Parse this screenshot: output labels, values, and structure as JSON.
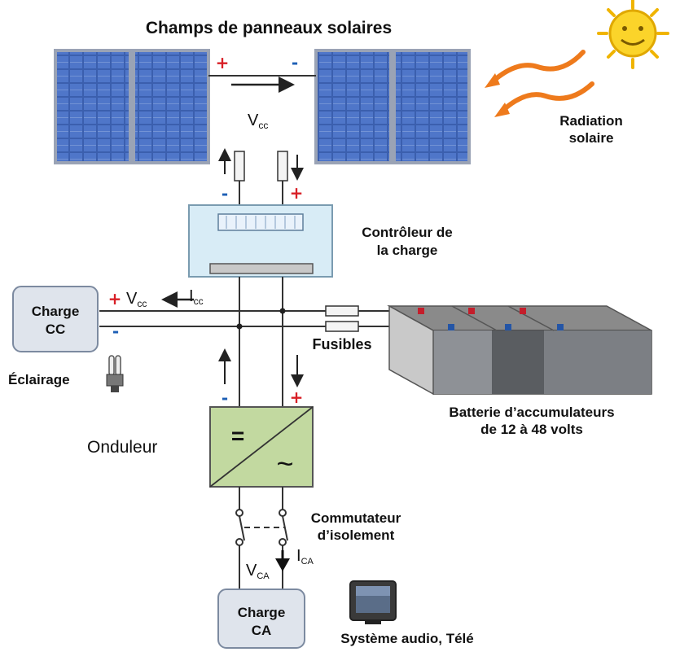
{
  "title": "Champs de panneaux solaires",
  "sun": {
    "label_line1": "Radiation",
    "label_line2": "solaire"
  },
  "panels": {
    "plus": "+",
    "minus": "-"
  },
  "dc_voltage": {
    "main": "V",
    "sub": "cc"
  },
  "controller": {
    "label_line1": "Contrôleur de",
    "label_line2": "la charge",
    "minus": "-",
    "plus": "+"
  },
  "dc_load": {
    "label_line1": "Charge",
    "label_line2": "CC",
    "plus": "+",
    "minus": "-",
    "v_main": "V",
    "v_sub": "cc",
    "i_main": "I",
    "i_sub": "cc"
  },
  "lighting": {
    "label": "Éclairage"
  },
  "fuses": {
    "label": "Fusibles"
  },
  "battery": {
    "label_line1": "Batterie d’accumulateurs",
    "label_line2": "de 12 à 48 volts"
  },
  "inverter": {
    "label": "Onduleur",
    "minus": "-",
    "plus": "+",
    "dc_symbol": "=",
    "ac_symbol": "~"
  },
  "switch": {
    "label_line1": "Commutateur",
    "label_line2": "d’isolement"
  },
  "ac_current": {
    "main": "I",
    "sub": "CA"
  },
  "ac_voltage": {
    "main": "V",
    "sub": "CA"
  },
  "ac_load": {
    "label_line1": "Charge",
    "label_line2": "CA"
  },
  "appliances": {
    "label": "Système audio, Télé"
  },
  "colors": {
    "positive": "#d81f26",
    "negative": "#1d5fb5",
    "panel": "#3d63b8",
    "controller": "#d8ecf6",
    "inverter": "#c2d9a0"
  }
}
